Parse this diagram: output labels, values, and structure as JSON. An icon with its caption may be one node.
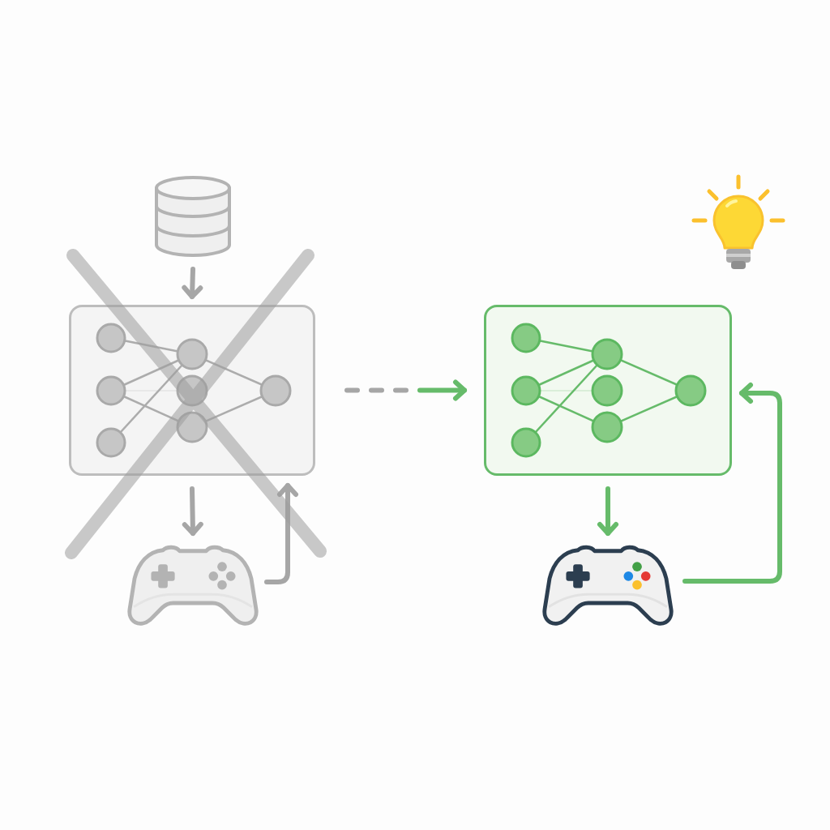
{
  "diagram": {
    "nodes": [
      {
        "text": [],
        "shape": "cylinder"
      },
      {
        "text": [],
        "shape": "box"
      },
      {
        "text": [],
        "shape": "picture"
      },
      {
        "text": [],
        "shape": "box"
      },
      {
        "text": [],
        "shape": "picture"
      }
    ],
    "edges": [
      {
        "from": 0,
        "to": 1,
        "arrow": "to",
        "color": "#a6a6a6"
      },
      {
        "from": 1,
        "to": 2,
        "arrow": "to",
        "color": "#a6a6a6"
      },
      {
        "from": 2,
        "to": 1,
        "arrow": "to",
        "color": "#a6a6a6"
      },
      {
        "from": 1,
        "to": 3,
        "arrow": "to",
        "style": "dashed",
        "color": "#66bb6a"
      },
      {
        "from": 3,
        "to": 4,
        "arrow": "to",
        "color": "#66bb6a"
      },
      {
        "from": 4,
        "to": 3,
        "arrow": "to",
        "color": "#66bb6a"
      }
    ]
  }
}
